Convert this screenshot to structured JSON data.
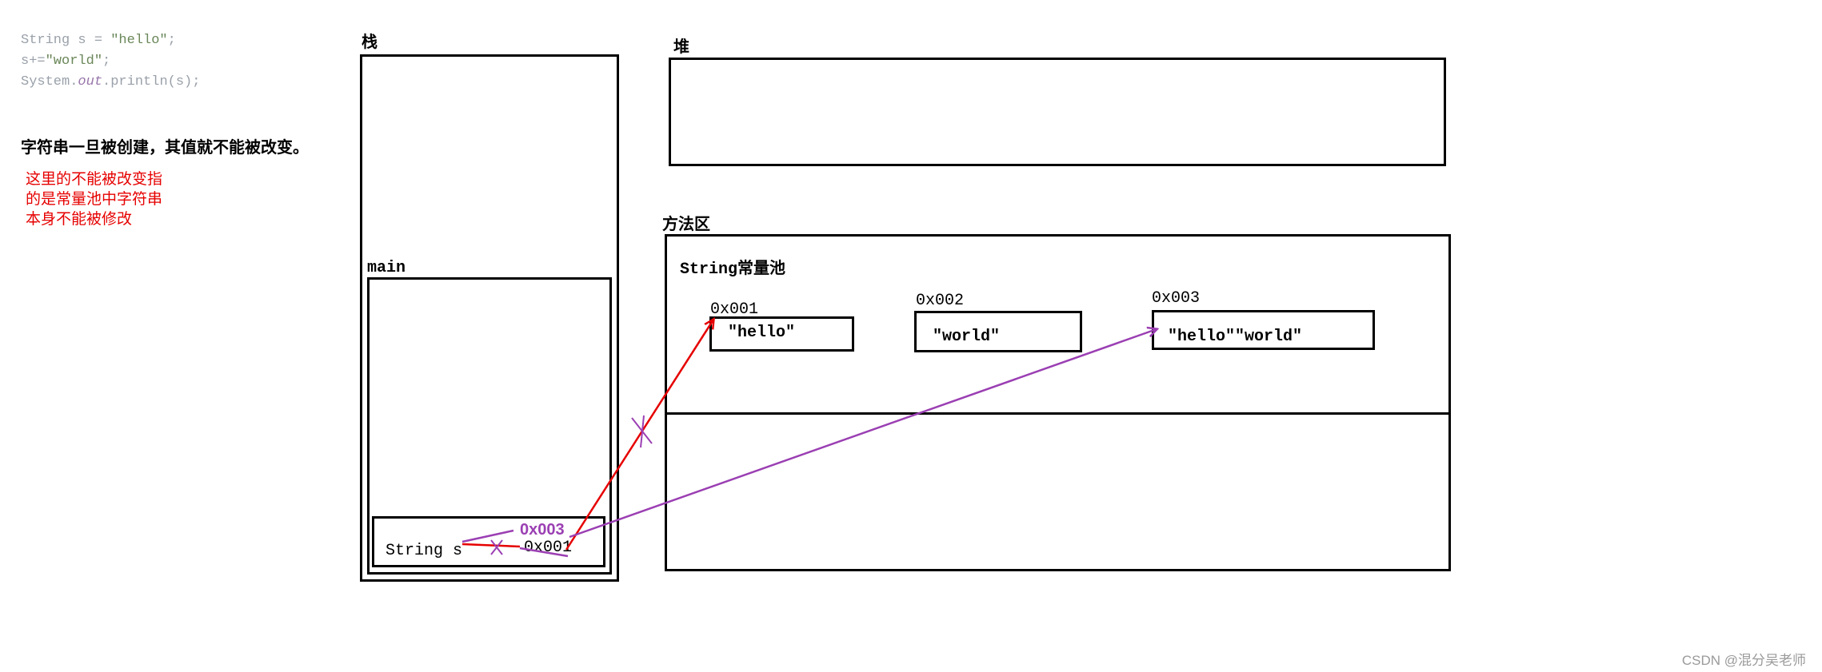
{
  "code": {
    "line1_prefix": "String s = ",
    "line1_str": "\"hello\"",
    "line1_suffix": ";",
    "line2_prefix": "s+=",
    "line2_str": "\"world\"",
    "line2_suffix": ";",
    "line3_prefix": "System.",
    "line3_kw": "out",
    "line3_suffix": ".println(s);"
  },
  "note_black": "字符串一旦被创建，其值就不能被改变。",
  "note_red": [
    "这里的不能被改变指",
    "的是常量池中字符串",
    "本身不能被修改"
  ],
  "stack": {
    "title": "栈",
    "frame_title": "main",
    "var_label": "String s",
    "old_ref": "0x001",
    "new_ref": "0x003"
  },
  "heap": {
    "title": "堆"
  },
  "method_area": {
    "title": "方法区",
    "pool_title": "String常量池",
    "entries": [
      {
        "addr": "0x001",
        "value": "\"hello\""
      },
      {
        "addr": "0x002",
        "value": "\"world\""
      },
      {
        "addr": "0x003",
        "value": "\"hello\"\"world\""
      }
    ]
  },
  "watermark": "CSDN @混分吴老师",
  "colors": {
    "old_arrow": "#e60000",
    "new_arrow": "#9b3fb3",
    "code_grey": "#9aa1aa"
  }
}
